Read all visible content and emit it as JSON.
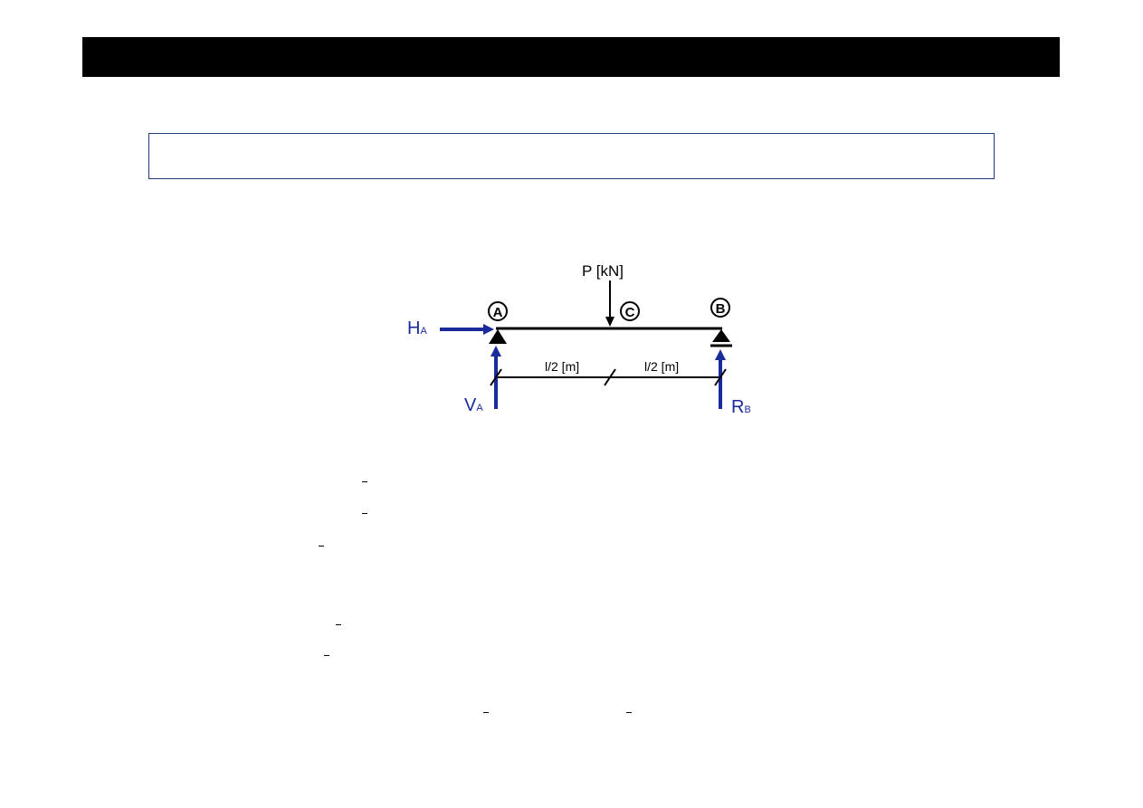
{
  "diagram": {
    "load_label": "P [kN]",
    "nodes": {
      "a": "A",
      "b": "B",
      "c": "C"
    },
    "span_label_left": "l/2 [m]",
    "span_label_right": "l/2 [m]",
    "reactions": {
      "ha_main": "H",
      "ha_sub": "A",
      "va_main": "V",
      "va_sub": "A",
      "rb_main": "R",
      "rb_sub": "B"
    },
    "colors": {
      "reaction": "#1a2a9a",
      "beam": "#000000",
      "title_bar": "#000000",
      "box_border": "#1f3a78"
    }
  }
}
